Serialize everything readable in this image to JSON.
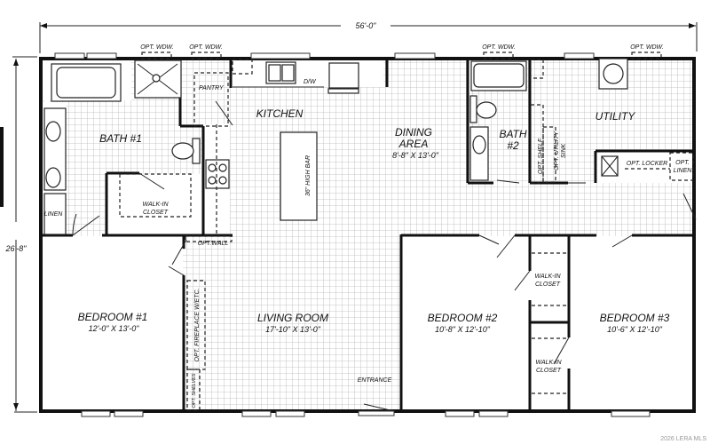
{
  "plan": {
    "overall_width": "56'-0\"",
    "overall_depth": "26'-8\"",
    "watermark": "2026 LERA MLS"
  },
  "rooms": {
    "kitchen": {
      "name": "KITCHEN"
    },
    "pantry": {
      "name": "PANTRY"
    },
    "dw": {
      "name": "D/W"
    },
    "island": {
      "name": "36\" HIGH BAR"
    },
    "dining": {
      "name_line1": "DINING",
      "name_line2": "AREA",
      "size": "8'-8\" X 13'-0\""
    },
    "bath1": {
      "name": "BATH #1"
    },
    "bath1_closet": {
      "name_line1": "WALK-IN",
      "name_line2": "CLOSET"
    },
    "linen": {
      "name": "LINEN"
    },
    "bath2": {
      "name_line1": "BATH",
      "name_line2": "#2"
    },
    "utility": {
      "name": "UTILITY"
    },
    "opt_shelf": {
      "name": "OPT. SHELF"
    },
    "opt_utility_sink": {
      "name_line1": "OPT. UTILITY",
      "name_line2": "SINK"
    },
    "opt_locker": {
      "name": "OPT. LOCKER"
    },
    "opt_linen": {
      "name_line1": "OPT.",
      "name_line2": "LINEN"
    },
    "opt_wall": {
      "name": "OPT.WALL"
    },
    "opt_fireplace": {
      "name": "OPT. FIREPLACE W/ETC."
    },
    "opt_shelves": {
      "name": "OPT. SHELVES"
    },
    "bedroom1": {
      "name": "BEDROOM #1",
      "size": "12'-0\" X 13'-0\""
    },
    "living": {
      "name": "LIVING ROOM",
      "size": "17'-10\" X 13'-0\""
    },
    "entrance": {
      "name": "ENTRANCE"
    },
    "bedroom2": {
      "name": "BEDROOM #2",
      "size": "10'-8\" X 12'-10\""
    },
    "bedroom3": {
      "name": "BEDROOM #3",
      "size": "10'-6\" X 12'-10\""
    },
    "closet2": {
      "name_line1": "WALK-IN",
      "name_line2": "CLOSET"
    },
    "closet3": {
      "name_line1": "WALK-IN",
      "name_line2": "CLOSET"
    }
  },
  "windows": {
    "opt_window_label": "OPT. WDW."
  }
}
